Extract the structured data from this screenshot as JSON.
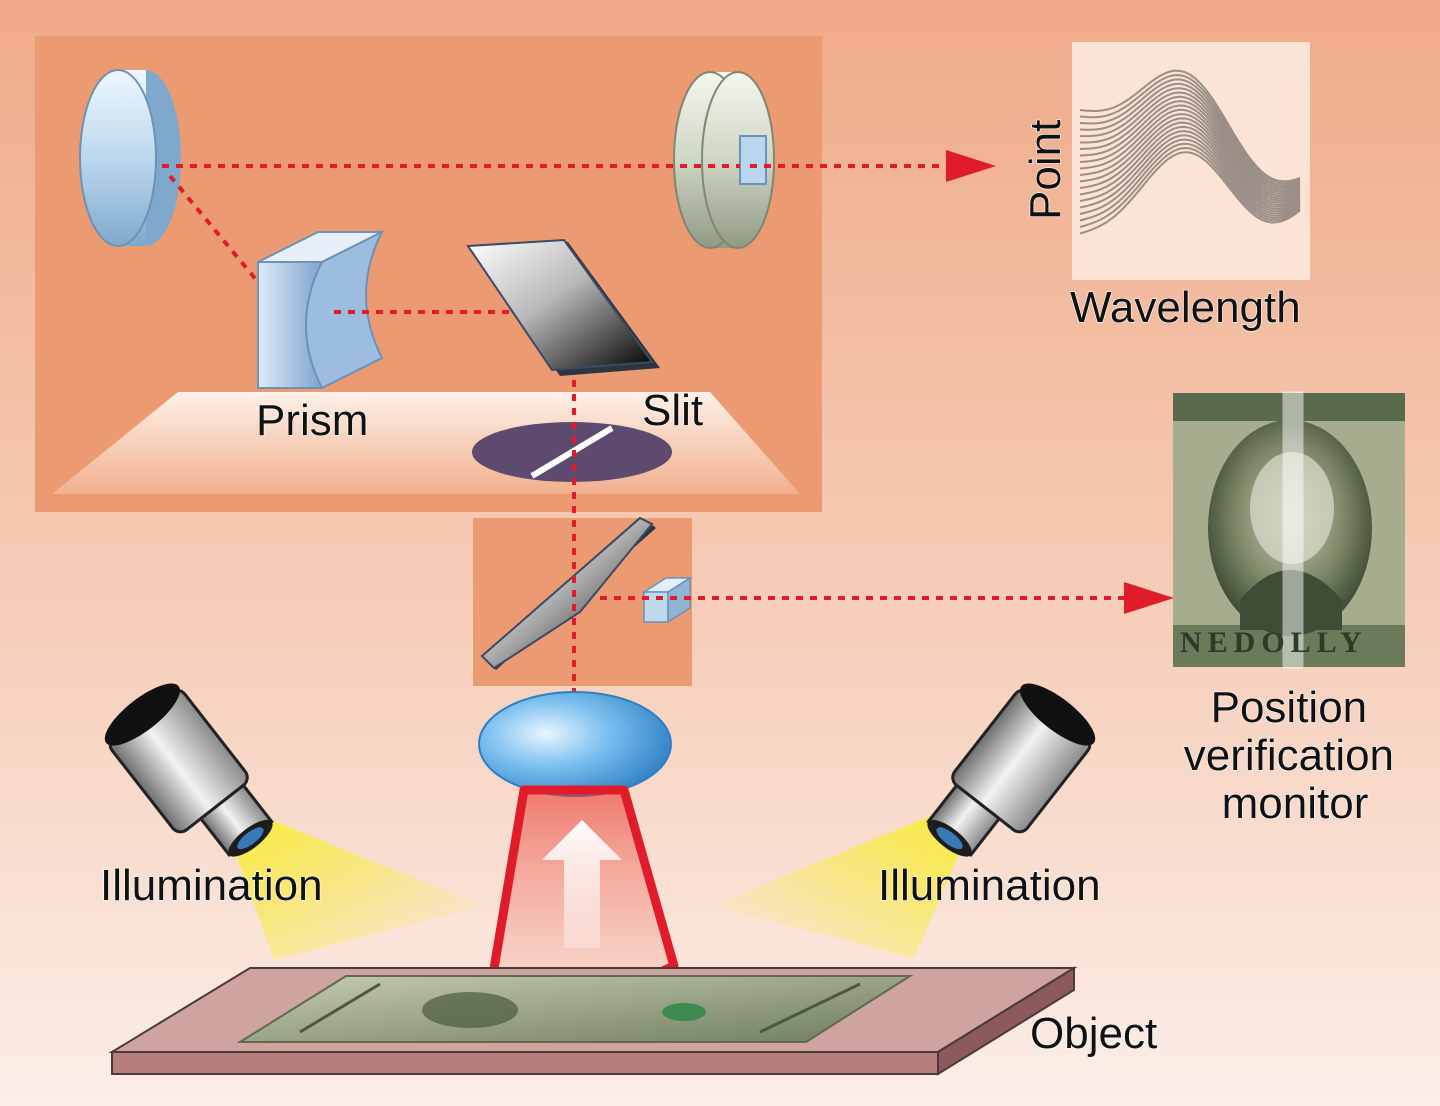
{
  "labels": {
    "point": "Point",
    "wavelength": "Wavelength",
    "prism": "Prism",
    "slit": "Slit",
    "position_monitor": [
      "Position",
      "verification",
      "monitor"
    ],
    "illumination_left": "Illumination",
    "illumination_right": "Illumination",
    "object": "Object"
  },
  "colors": {
    "background_top": "#efaa88",
    "background_bottom": "#fbeee8",
    "box_fill": "#ec9a72",
    "beam": "#e01b2a",
    "illumination_cone": "#f7ef3a",
    "lens_blue": "#5aaee6",
    "slit_disc": "#5e4a6e",
    "object_plate": "#c98f8f",
    "banknote_green": "#8a9a72"
  },
  "icons": [
    "mirror-left",
    "mirror-right",
    "prism",
    "grating",
    "slit-disc",
    "beam-splitter",
    "small-camera",
    "objective-lens",
    "illumination-lamp-left",
    "illumination-lamp-right",
    "banknote-object",
    "banknote-monitor",
    "hyperspectral-plot"
  ]
}
